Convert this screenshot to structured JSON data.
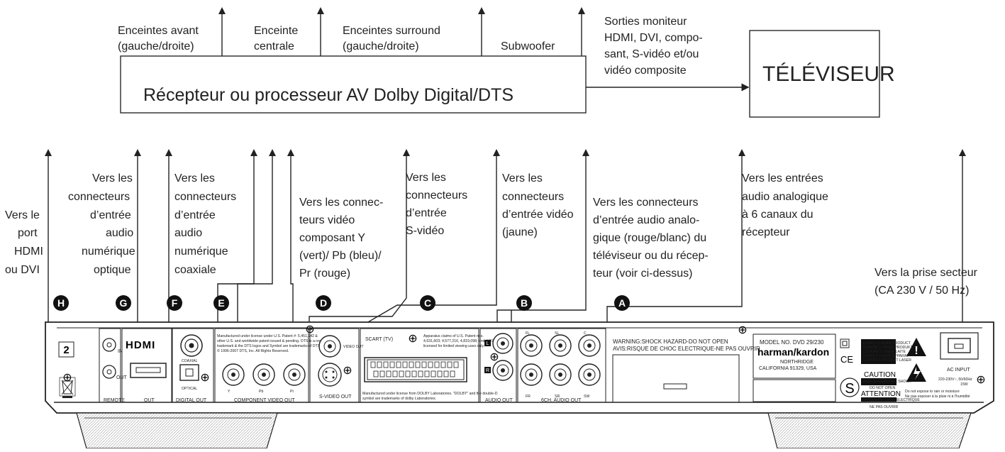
{
  "top_section": {
    "receiver_label": "Récepteur ou processeur AV Dolby Digital/DTS",
    "tv_label": "TÉLÉVISEUR",
    "outputs": [
      [
        "Enceintes avant",
        "(gauche/droite)"
      ],
      [
        "Enceinte",
        "centrale"
      ],
      [
        "Enceintes surround",
        "(gauche/droite)"
      ],
      [
        "Subwoofer"
      ]
    ],
    "monitor_outputs": [
      "Sorties moniteur",
      "HDMI, DVI, compo-",
      "sant, S-vidéo et/ou",
      "vidéo composite"
    ]
  },
  "annotations": [
    {
      "id": "H",
      "lines": [
        "Vers le",
        "port",
        "HDMI",
        "ou DVI"
      ]
    },
    {
      "id": "G",
      "lines": [
        "Vers les",
        "connecteurs",
        "d’entrée",
        "audio",
        "numérique",
        "optique"
      ]
    },
    {
      "id": "F",
      "lines": [
        "Vers les",
        "connecteurs",
        "d’entrée",
        "audio",
        "numérique",
        "coaxiale"
      ]
    },
    {
      "id": "E",
      "lines": [
        "Vers les connec-",
        "teurs vidéo",
        "composant Y",
        "(vert)/ Pb (bleu)/",
        "Pr (rouge)"
      ]
    },
    {
      "id": "D",
      "lines": [
        "Vers les",
        "connecteurs",
        "d’entrée",
        "S-vidéo"
      ]
    },
    {
      "id": "C",
      "lines": [
        "Vers les",
        "connecteurs",
        "d’entrée vidéo",
        "(jaune)"
      ]
    },
    {
      "id": "B",
      "lines": [
        "Vers les connecteurs",
        "d’entrée audio analo-",
        "gique (rouge/blanc) du",
        "téléviseur ou du récep-",
        "teur (voir ci-dessus)"
      ]
    },
    {
      "id": "A",
      "lines": [
        "Vers les entrées",
        "audio analogique",
        "à 6 canaux du",
        "récepteur"
      ]
    }
  ],
  "power_label": [
    "Vers la prise secteur",
    "(CA 230 V / 50 Hz)"
  ],
  "badges": [
    "H",
    "G",
    "F",
    "E",
    "D",
    "C",
    "B",
    "A"
  ],
  "panel": {
    "hdmi_logo": "HDMI",
    "remote_label": "REMOTE",
    "remote_in": "IN",
    "remote_out": "OUT",
    "hdmi_out": "OUT",
    "coaxial": "COAXIAL",
    "optical": "OPTICAL",
    "digital_out": "DIGITAL OUT",
    "component_video_out": "COMPONENT VIDEO OUT",
    "component_labels": [
      "Y",
      "Pb",
      "Pr"
    ],
    "component_text": [
      "Manufactured under license under U.S. Patent #: 5,451,942 &",
      "other U.S. and worldwide patent issued & pending. DTS is a registered",
      "trademark & the DTS logos and Symbol are trademarks of DTS, Inc.",
      "© 1996-2007 DTS, Inc. All Rights Reserved."
    ],
    "video_out": "VIDEO OUT",
    "svideo_out": "S-VIDEO OUT",
    "scart": "SCART (TV)",
    "scart_text_top": [
      "Apparatus claims of U.S. Patent nos.",
      "4,631,603; 4,577,216, 4,819,098; and 4,907,093",
      "licensed for limited viewing uses only."
    ],
    "scart_text_bottom": [
      "Manufactured under license from DOLBY Laboratories. \"DOLBY\" and the double-D",
      "symbol are trademarks of dolby Laboratories."
    ],
    "audio_out": "AUDIO OUT",
    "audio_lr": [
      "L",
      "R"
    ],
    "six_ch_audio_out": "6CH. AUDIO OUT",
    "six_ch_labels": [
      "FL",
      "SL",
      "C",
      "FR",
      "SR",
      "SW"
    ],
    "warning": [
      "WARNING:SHOCK HAZARD-DO NOT OPEN",
      "AVIS:RISQUE DE CHOC ELECTRIQUE-NE PAS OUVRIR"
    ],
    "model": [
      "MODEL NO. DVD 29/230"
    ],
    "brand": "harman/kardon",
    "location": [
      "NORTHRIDGE",
      "CALIFORNIA 91329, USA"
    ],
    "ce": "CE",
    "laser_label": [
      "CLASS 1 LASER PRODUCT",
      "KLASSE 1 LASER PRODUKT",
      "LUOKAN 1 LASER LAITE",
      "KLASS 1 LASER APPARAT",
      "CLASSE 1 PRODUIT LASER"
    ],
    "caution": "CAUTION",
    "caution_text": [
      "RISK OF ELECTRIC SHOCK",
      "DO NOT OPEN"
    ],
    "attention": "ATTENTION",
    "attention_text": [
      "RISQUE DE CHOC ELECTRIQUE",
      "NE PAS OUVRIR"
    ],
    "moisture_text": [
      "Do not expose to rain or moisture",
      "Ne pas exposer à la pluie ni à l'humidité"
    ],
    "ac_input": "AC INPUT",
    "ac_rating": [
      "220-230V~, 50/60Hz",
      "15W"
    ],
    "screw_symbol": "⊕",
    "number_box": "2"
  }
}
